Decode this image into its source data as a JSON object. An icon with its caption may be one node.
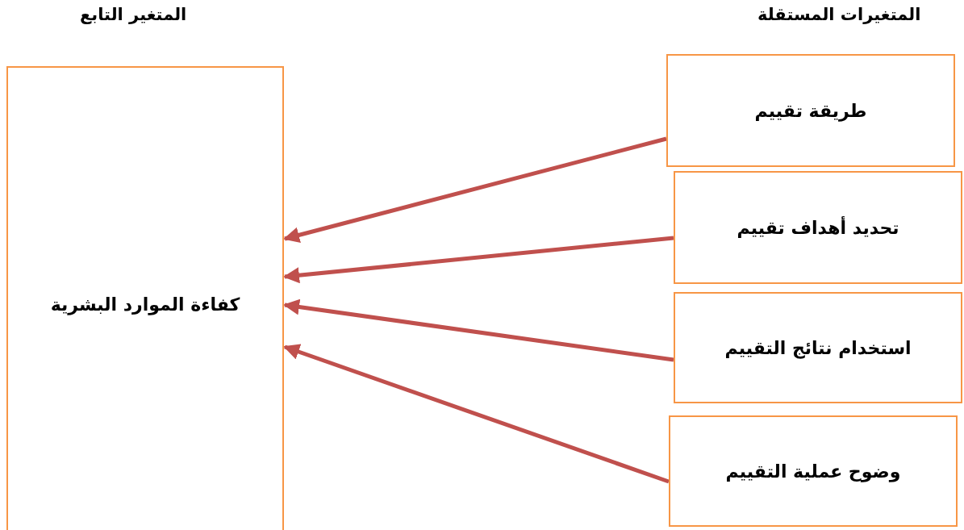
{
  "diagram": {
    "nodes": [
      {
        "text": [
          "كفاءة الموارد البشرية"
        ]
      },
      {
        "text": [
          "طريقة تقييم"
        ]
      },
      {
        "text": [
          "تحديد أهداف تقييم"
        ]
      },
      {
        "text": [
          "استخدام نتائج التقييم"
        ]
      },
      {
        "text": [
          "وضوح عملية التقييم"
        ]
      }
    ],
    "edges": [
      {
        "from": 1,
        "to": 0,
        "arrow": "to"
      },
      {
        "from": 2,
        "to": 0,
        "arrow": "to"
      },
      {
        "from": 3,
        "to": 0,
        "arrow": "to"
      },
      {
        "from": 4,
        "to": 0,
        "arrow": "to"
      }
    ],
    "labels": [
      "المتغيرات المستقلة",
      "المتغير التابع"
    ]
  }
}
